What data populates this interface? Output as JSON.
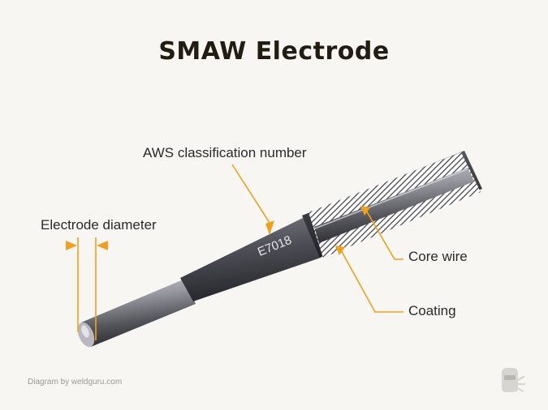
{
  "title": "SMAW Electrode",
  "labels": {
    "aws": "AWS classification number",
    "diameter": "Electrode diameter",
    "core": "Core wire",
    "coating": "Coating"
  },
  "stamp": "E7018",
  "credit": "Diagram by weldguru.com",
  "colors": {
    "accent": "#f0a020",
    "coating": "#3a3a42",
    "wire": "#8a8a92",
    "background": "#f7f6f2"
  },
  "icons": {
    "logo": "welding-helmet-icon"
  }
}
